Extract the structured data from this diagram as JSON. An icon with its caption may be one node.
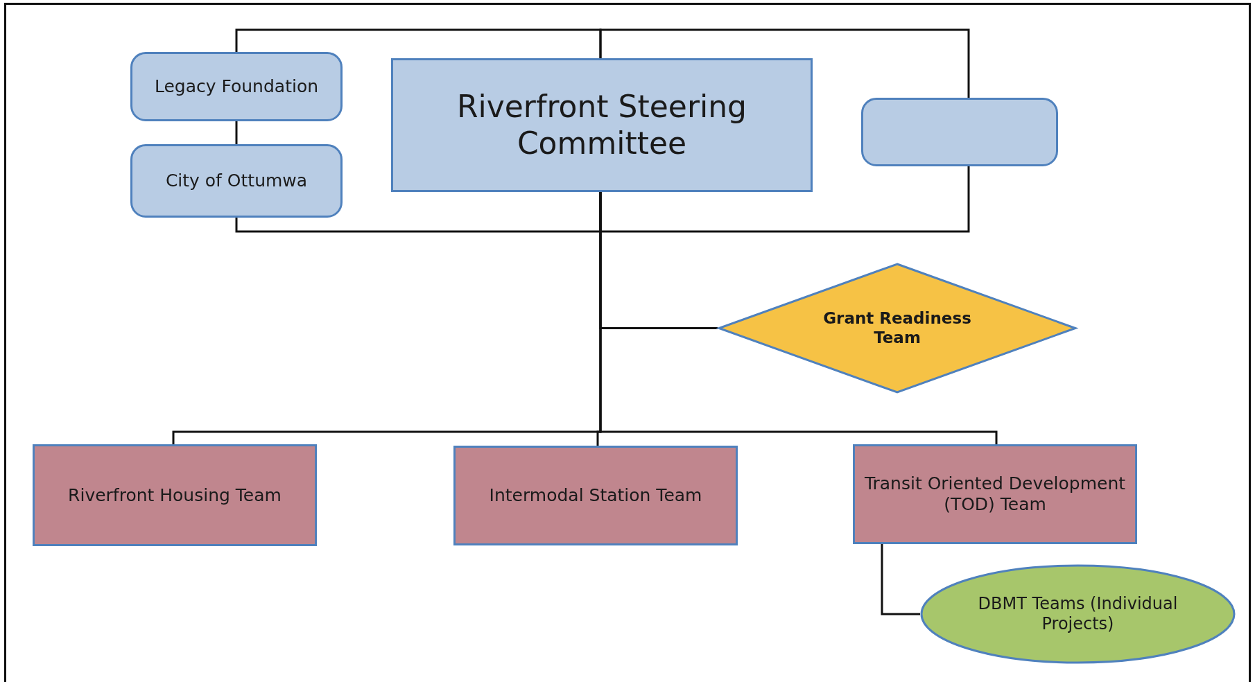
{
  "diagram": {
    "nodes": [
      {
        "text": [
          "Legacy Foundation"
        ]
      },
      {
        "text": [
          "City of Ottumwa"
        ]
      },
      {
        "text": [
          "Riverfront Steering Committee"
        ]
      },
      {
        "text": [],
        "shape": "box"
      },
      {
        "text": [
          "Grant Readiness Team"
        ]
      },
      {
        "text": [
          "Riverfront Housing Team"
        ]
      },
      {
        "text": [
          "Intermodal Station Team"
        ]
      },
      {
        "text": [
          "Transit Oriented Development (TOD) Team"
        ]
      },
      {
        "text": [
          "DBMT Teams (Individual Projects)"
        ]
      }
    ],
    "edges": [
      {
        "from": 2,
        "to": 0,
        "arrow": "none"
      },
      {
        "from": 0,
        "to": 1,
        "arrow": "none"
      },
      {
        "from": 2,
        "to": 1,
        "arrow": "none"
      },
      {
        "from": 2,
        "to": 3,
        "arrow": "none"
      },
      {
        "from": 2,
        "to": 4,
        "arrow": "none"
      },
      {
        "from": 2,
        "to": 5,
        "arrow": "none"
      },
      {
        "from": 2,
        "to": 6,
        "arrow": "none"
      },
      {
        "from": 2,
        "to": 7,
        "arrow": "none"
      },
      {
        "from": 7,
        "to": 8,
        "arrow": "none"
      }
    ]
  }
}
